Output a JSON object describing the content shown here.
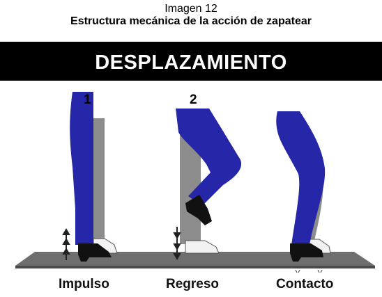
{
  "caption": {
    "line1": "Imagen 12",
    "line2": "Estructura mecánica de la acción de zapatear"
  },
  "banner": {
    "title": "DESPLAZAMIENTO"
  },
  "steps": [
    {
      "number": "1",
      "label": "Impulso"
    },
    {
      "number": "2",
      "label": "Regreso"
    },
    {
      "number": "",
      "label": "Contacto"
    }
  ],
  "colors": {
    "pants": "#2626a8",
    "shadow": "#8c8c8c",
    "floor": "#6e6e6e",
    "banner": "#000000"
  }
}
